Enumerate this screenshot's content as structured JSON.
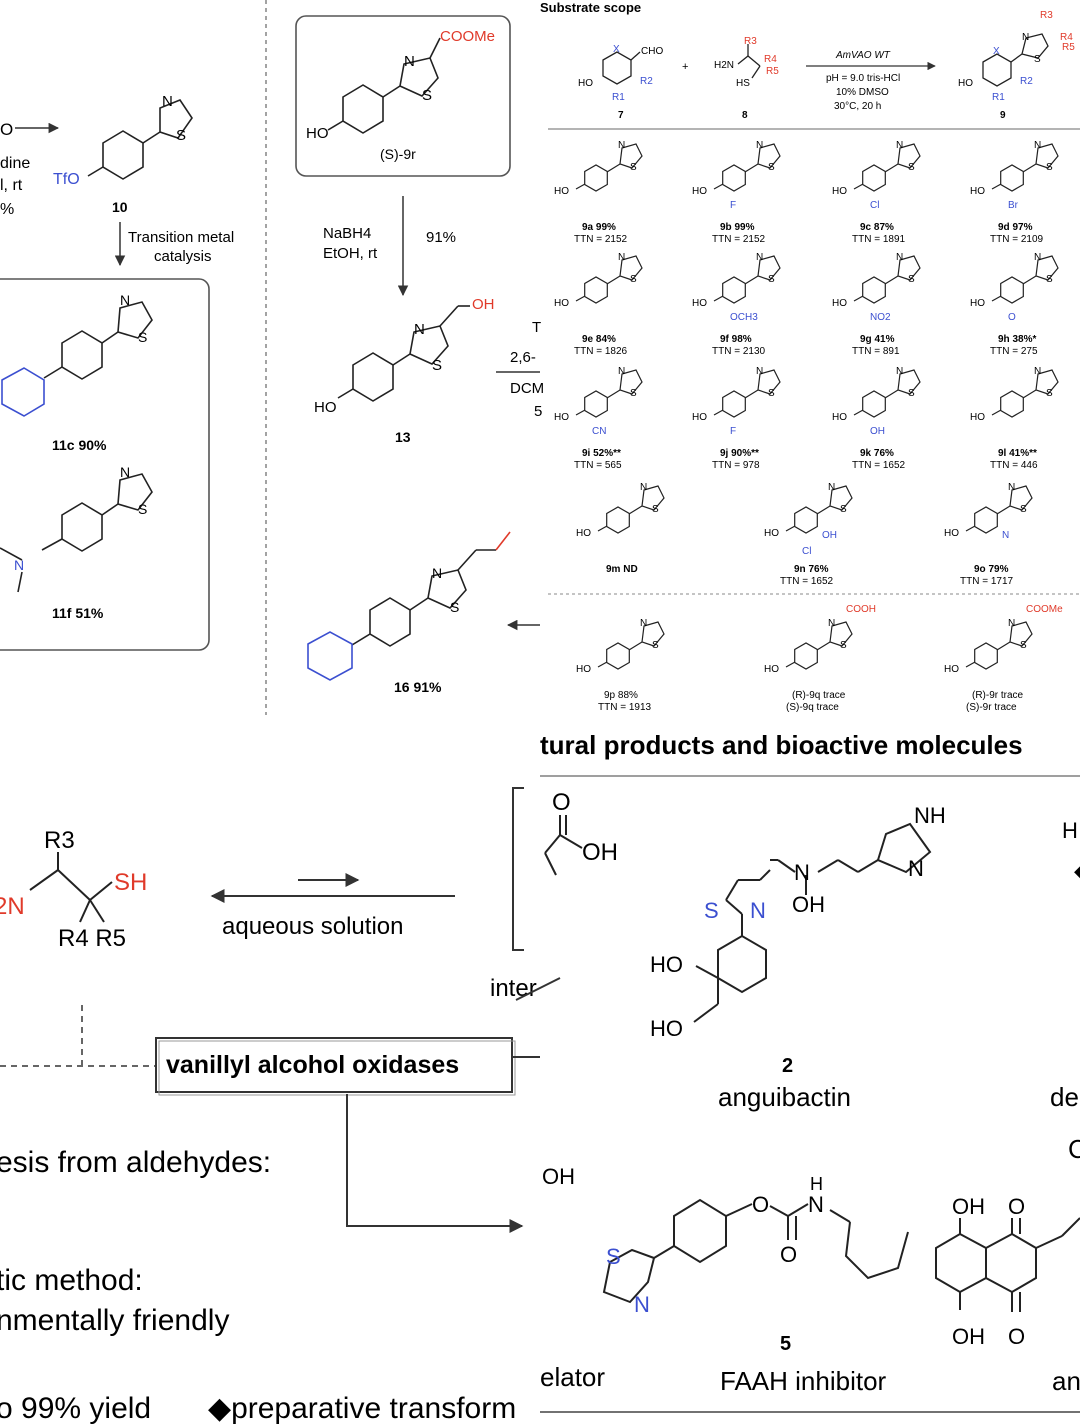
{
  "colors": {
    "ink": "#222222",
    "red": "#e03a2a",
    "blue": "#3b4fd0",
    "grey": "#777777"
  },
  "left": {
    "frag_o": "O",
    "frag_pyridine": "dine",
    "frag_rt": "l, rt",
    "frag_pct": "%",
    "tfo": "TfO",
    "c10": "10",
    "arrow_label1": "Transition metal",
    "arrow_label2": "catalysis",
    "c11c": "11c 90%",
    "c11f": "11f 51%"
  },
  "middle": {
    "coome": "COOMe",
    "ho": "HO",
    "c9r": "(S)-9r",
    "reagent1": "NaBH4",
    "reagent2": "EtOH, rt",
    "yield91": "91%",
    "oh": "OH",
    "c13": "13",
    "c16": "16 91%",
    "frag_t": "T",
    "frag_26": "2,6-",
    "frag_dcm": "DCM",
    "frag_5": "5"
  },
  "scope": {
    "title": "Substrate scope",
    "react_cho": "CHO",
    "react_x": "X",
    "react_ho": "HO",
    "react_r1": "R1",
    "react_r2": "R2",
    "plus": "+",
    "thiol_h2n": "H2N",
    "thiol_hs": "HS",
    "thiol_r3": "R3",
    "thiol_r4": "R4",
    "thiol_r5": "R5",
    "cond1": "AmVAO WT",
    "cond2": "pH = 9.0 tris-HCl",
    "cond3": "10% DMSO",
    "cond4": "30°C, 20 h",
    "lab7": "7",
    "lab8": "8",
    "lab9": "9",
    "items": [
      {
        "l1": "9a 99%",
        "l2": "TTN = 2152",
        "sub": ""
      },
      {
        "l1": "9b 99%",
        "l2": "TTN = 2152",
        "sub": "F"
      },
      {
        "l1": "9c 87%",
        "l2": "TTN = 1891",
        "sub": "Cl"
      },
      {
        "l1": "9d 97%",
        "l2": "TTN = 2109",
        "sub": "Br"
      },
      {
        "l1": "9e 84%",
        "l2": "TTN = 1826",
        "sub": ""
      },
      {
        "l1": "9f 98%",
        "l2": "TTN = 2130",
        "sub": "OCH3"
      },
      {
        "l1": "9g 41%",
        "l2": "TTN = 891",
        "sub": "NO2"
      },
      {
        "l1": "9h 38%*",
        "l2": "TTN = 275",
        "sub": "O"
      },
      {
        "l1": "9i 52%**",
        "l2": "TTN = 565",
        "sub": "CN"
      },
      {
        "l1": "9j 90%**",
        "l2": "TTN = 978",
        "sub": "F"
      },
      {
        "l1": "9k 76%",
        "l2": "TTN = 1652",
        "sub": "OH"
      },
      {
        "l1": "9l 41%**",
        "l2": "TTN = 446",
        "sub": ""
      }
    ],
    "row4": [
      {
        "l1": "9m ND",
        "l2": ""
      },
      {
        "l1": "9n 76%",
        "l2": "TTN = 1652",
        "sub1": "OH",
        "sub2": "Cl"
      },
      {
        "l1": "9o 79%",
        "l2": "TTN = 1717",
        "sub1": "N"
      }
    ],
    "row5": [
      {
        "l1": "9p 88%",
        "l2": "TTN = 1913"
      },
      {
        "l1": "(R)-9q trace",
        "l2": "(S)-9q trace",
        "sub": "COOH"
      },
      {
        "l1": "(R)-9r trace",
        "l2": "(S)-9r trace",
        "sub": "COOMe"
      }
    ],
    "ho": "HO",
    "n": "N",
    "s": "S"
  },
  "bottom": {
    "heading": "tural products and bioactive molecules",
    "r3": "R3",
    "sh": "SH",
    "n_frag": "2N",
    "r4r5": "R4 R5",
    "aqueous": "aqueous solution",
    "inter": "inter",
    "vao": "vanillyl alcohol oxidases",
    "esis": "esis from aldehydes:",
    "tic": "tic method:",
    "nmental": "nmentally friendly",
    "yield99": "o 99% yield",
    "preparative": "◆preparative transform",
    "o_acid": "O",
    "oh_acid": "OH",
    "nh": "NH",
    "n_im": "N",
    "n_am": "N",
    "oh_am": "OH",
    "s_ring": "S",
    "n_ring": "N",
    "ho1": "HO",
    "ho2": "HO",
    "c2": "2",
    "anguibactin": "anguibactin",
    "de": "de",
    "c_frag": "C",
    "h_frag": "H",
    "oh_frag": "OH",
    "elator": "elator",
    "c5": "5",
    "faah": "FAAH inhibitor",
    "an": "an",
    "o_carb": "O",
    "nh_carb": "N",
    "h_carb": "H",
    "o_carb2": "O",
    "s5": "S",
    "n5": "N",
    "oh_nq1": "OH",
    "o_nq1": "O",
    "oh_nq2": "OH",
    "o_nq2": "O"
  }
}
